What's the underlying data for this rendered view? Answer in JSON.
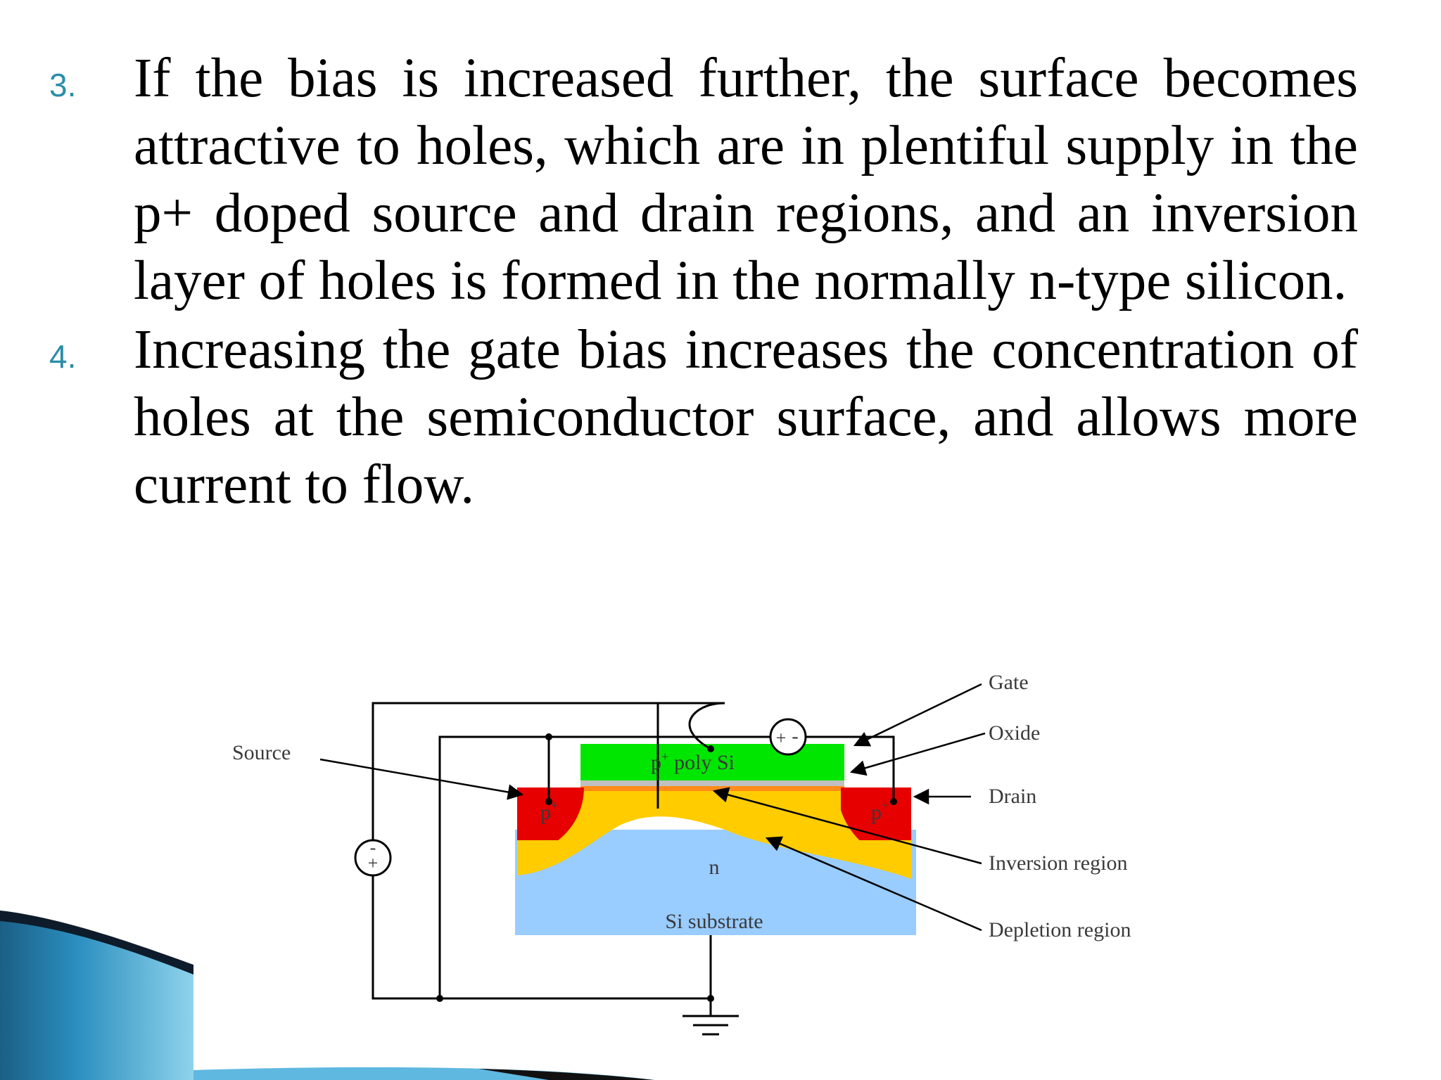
{
  "slide": {
    "bullets": [
      {
        "number": "3.",
        "text": "If the bias is increased further, the surface becomes attractive to holes, which are in plentiful supply in the p+ doped source and drain regions, and an inversion layer of holes is formed in the normally n-type silicon."
      },
      {
        "number": "4.",
        "text": "Increasing the gate bias increases the concentration of holes at the semiconductor surface, and allows more current to flow."
      }
    ]
  },
  "diagram": {
    "labels": {
      "gate": "Gate",
      "oxide": "Oxide",
      "drain": "Drain",
      "inversion": "Inversion region",
      "depletion": "Depletion region",
      "source": "Source",
      "poly_gate_base": "p",
      "poly_gate_sup": "+",
      "poly_gate_rest": "poly Si",
      "n_region": "n",
      "substrate": "Si substrate",
      "source_p_base": "p",
      "source_p_sup": "+",
      "drain_p_base": "p",
      "drain_p_sup": "+",
      "gate_supply_plus": "+",
      "gate_supply_minus": "-",
      "body_supply_minus": "-",
      "body_supply_plus": "+"
    },
    "colors": {
      "poly_si": "#00e600",
      "oxide": "#c0c0c0",
      "inversion_layer": "#ff8c1a",
      "depletion": "#ffcc00",
      "n_substrate": "#99ccff",
      "p_plus": "#e60000",
      "wire": "#000000",
      "accent": "#2a8ea8"
    }
  }
}
